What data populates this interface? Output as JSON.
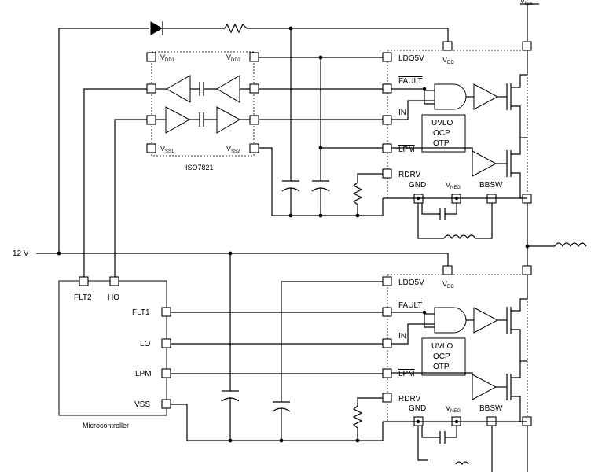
{
  "nets": {
    "vbus_main": "V",
    "vbus_sub": "bus",
    "supply_12v": "12 V"
  },
  "isolator": {
    "name": "ISO7821",
    "vdd1_main": "V",
    "vdd1_sub": "DD1",
    "vdd2_main": "V",
    "vdd2_sub": "DD2",
    "vss1_main": "V",
    "vss1_sub": "SS1",
    "vss2_main": "V",
    "vss2_sub": "SS2"
  },
  "driver_top": {
    "ldo5v": "LDO5V",
    "vdd_main": "V",
    "vdd_sub": "DD",
    "fault": "FAULT",
    "in": "IN",
    "lpm": "LPM",
    "rdrv": "RDRV",
    "gnd": "GND",
    "vneg_main": "V",
    "vneg_sub": "NEG",
    "bbsw": "BBSW",
    "prot1": "UVLO",
    "prot2": "OCP",
    "prot3": "OTP"
  },
  "driver_bottom": {
    "ldo5v": "LDO5V",
    "vdd_main": "V",
    "vdd_sub": "DD",
    "fault": "FAULT",
    "in": "IN",
    "lpm": "LPM",
    "rdrv": "RDRV",
    "gnd": "GND",
    "vneg_main": "V",
    "vneg_sub": "NEG",
    "bbsw": "BBSW",
    "prot1": "UVLO",
    "prot2": "OCP",
    "prot3": "OTP"
  },
  "mcu": {
    "name": "Microcontroller",
    "flt2": "FLT2",
    "ho": "HO",
    "flt1": "FLT1",
    "lo": "LO",
    "lpm": "LPM",
    "vss": "VSS"
  }
}
